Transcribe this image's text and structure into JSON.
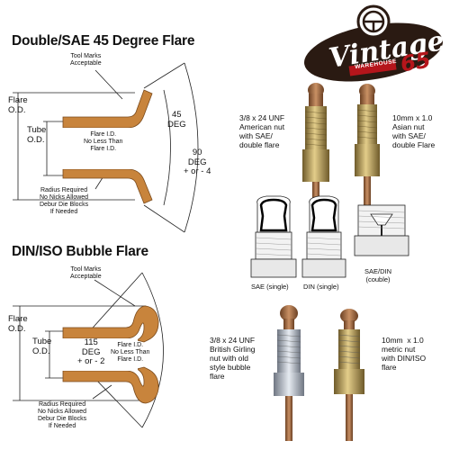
{
  "logo": {
    "brand": "Vintage",
    "sub": "WAREHOUSE",
    "num": "65"
  },
  "sae_diagram": {
    "title": "Double/SAE 45 Degree Flare",
    "tool_marks": "Tool Marks\nAcceptable",
    "flare_od": "Flare\nO.D.",
    "tube_od": "Tube\nO.D.",
    "flare_id": "Flare I.D.\nNo Less Than\nFlare I.D.",
    "angle_45": "45\nDEG",
    "angle_90": "90\nDEG\n+ or - 4",
    "radius_note": "Radius Required\nNo Nicks Allowed\nDebur Die Blocks\nIf Needed"
  },
  "din_diagram": {
    "title": "DIN/ISO Bubble Flare",
    "tool_marks": "Tool Marks\nAcceptable",
    "flare_od": "Flare\nO.D.",
    "tube_od": "Tube\nO.D.",
    "angle_115": "115\nDEG\n+ or - 2",
    "flare_id": "Flare I.D.\nNo Less Than\nFlare I.D.",
    "radius_note": "Radius Required\nNo Nicks Allowed\nDebur Die Blocks\nIf Needed"
  },
  "nuts_top": {
    "left": "3/8 x 24 UNF\nAmerican nut\nwith SAE/\ndouble flare",
    "right": "10mm x 1.0\nAsian nut\nwith SAE/\ndouble Flare"
  },
  "sections": {
    "sae": "SAE (single)",
    "din": "DIN (single)",
    "saedin": "SAE/DIN\n(couble)"
  },
  "nuts_bottom": {
    "left": "3/8 x 24 UNF\nBritish Girling\nnut with old\nstyle bubble\nflare",
    "right": "10mm  x 1.0\nmetric nut\nwith DIN/ISO\nflare"
  },
  "colors": {
    "copper": "#c8843c",
    "brass": "#b89a52",
    "zinc": "#b8c0cc",
    "logo_dark": "#2a1a12",
    "logo_red": "#b5151b"
  }
}
